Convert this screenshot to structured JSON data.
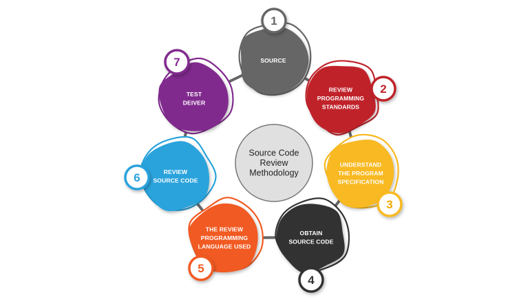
{
  "center": {
    "lines": [
      "Source Code",
      "Review",
      "Methodology"
    ]
  },
  "steps": [
    {
      "number": "1",
      "lines": [
        "SOURCE"
      ],
      "color": "#666666"
    },
    {
      "number": "2",
      "lines": [
        "REVIEW",
        "PROGRAMMING",
        "STANDARDS"
      ],
      "color": "#c0232b"
    },
    {
      "number": "3",
      "lines": [
        "UNDERSTAND",
        "THE PROGRAM",
        "SPECIFICATION"
      ],
      "color": "#f8b920"
    },
    {
      "number": "4",
      "lines": [
        "OBTAIN",
        "SOURCE CODE"
      ],
      "color": "#333333"
    },
    {
      "number": "5",
      "lines": [
        "THE REVIEW",
        "PROGRAMMING",
        "LANGUAGE USED"
      ],
      "color": "#f15a22"
    },
    {
      "number": "6",
      "lines": [
        "REVIEW",
        "SOURCE CODE"
      ],
      "color": "#29a3dc"
    },
    {
      "number": "7",
      "lines": [
        "TEST",
        "DEIVER"
      ],
      "color": "#812a8e"
    }
  ],
  "colors": {
    "connector": "#666666",
    "center_fill": "#e0e0e0",
    "center_stroke": "#777777"
  }
}
